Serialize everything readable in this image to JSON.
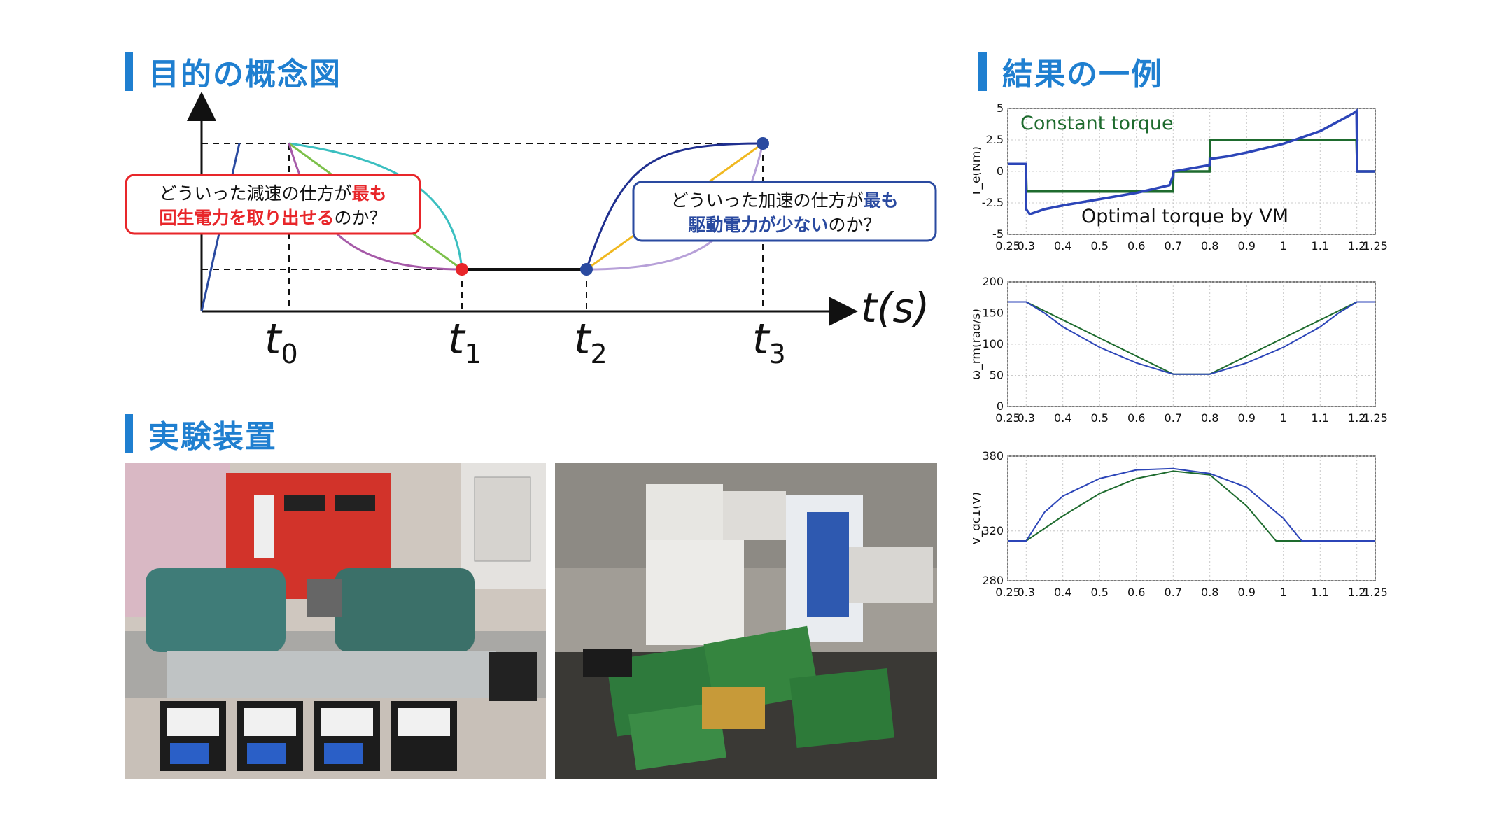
{
  "sections": {
    "concept": "目的の概念図",
    "setup": "実験装置",
    "result": "結果の一例"
  },
  "concept": {
    "axis_label": "t(s)",
    "ticks": [
      {
        "base": "t",
        "sub": "0"
      },
      {
        "base": "t",
        "sub": "1"
      },
      {
        "base": "t",
        "sub": "2"
      },
      {
        "base": "t",
        "sub": "3"
      }
    ],
    "decel_box": {
      "line1_a": "どういった減速の仕方が",
      "line1_b": "最も",
      "line2_a": "回生電力を取り出せる",
      "line2_b": "のか？"
    },
    "accel_box": {
      "line1_a": "どういった加速の仕方が",
      "line1_b": "最も",
      "line2_a": "駆動電力が少ない",
      "line2_b": "のか？"
    },
    "colors": {
      "red": "#e8262a",
      "blue": "#2a4aa0",
      "cyan": "#3bbfc0",
      "green": "#7cc04a",
      "purple": "#a65aa8",
      "orange": "#f0b820",
      "lavender": "#b7a0d8",
      "navy": "#1f2f8f"
    }
  },
  "chart_data": [
    {
      "type": "line",
      "ylabel": "T_e(Nm)",
      "ylim": [
        -5,
        5
      ],
      "xlim": [
        0.25,
        1.25
      ],
      "yticks": [
        "5",
        "2.5",
        "0",
        "-2.5",
        "-5"
      ],
      "xticks": [
        "0.25",
        "0.3",
        "0.4",
        "0.5",
        "0.6",
        "0.7",
        "0.8",
        "0.9",
        "1",
        "1.1",
        "1.2",
        "1.25"
      ],
      "annotations": [
        "Constant torque",
        "Optimal torque by VM"
      ],
      "series": [
        {
          "name": "Constant torque",
          "color": "#1e6b2e",
          "x": [
            0.25,
            0.299,
            0.301,
            0.699,
            0.701,
            0.799,
            0.801,
            1.199,
            1.201,
            1.25
          ],
          "y": [
            0.6,
            0.6,
            -1.6,
            -1.6,
            0,
            0,
            2.5,
            2.5,
            0,
            0
          ]
        },
        {
          "name": "Optimal torque by VM",
          "color": "#2c45b8",
          "x": [
            0.25,
            0.299,
            0.3,
            0.31,
            0.35,
            0.4,
            0.5,
            0.6,
            0.69,
            0.699,
            0.701,
            0.799,
            0.801,
            0.85,
            0.9,
            1.0,
            1.1,
            1.19,
            1.199,
            1.201,
            1.25
          ],
          "y": [
            0.6,
            0.6,
            -3.0,
            -3.4,
            -3.0,
            -2.7,
            -2.2,
            -1.7,
            -1.1,
            -0.4,
            0,
            0.5,
            1.0,
            1.2,
            1.5,
            2.2,
            3.2,
            4.6,
            4.8,
            0,
            0
          ]
        }
      ]
    },
    {
      "type": "line",
      "ylabel": "ω_rm(rad/s)",
      "ylim": [
        0,
        200
      ],
      "xlim": [
        0.25,
        1.25
      ],
      "yticks": [
        "200",
        "150",
        "100",
        "50",
        "0"
      ],
      "xticks": [
        "0.25",
        "0.3",
        "0.4",
        "0.5",
        "0.6",
        "0.7",
        "0.8",
        "0.9",
        "1",
        "1.1",
        "1.2",
        "1.25"
      ],
      "series": [
        {
          "name": "Constant torque",
          "color": "#1e6b2e",
          "x": [
            0.25,
            0.3,
            0.7,
            0.8,
            1.2,
            1.25
          ],
          "y": [
            168,
            168,
            52,
            52,
            168,
            168
          ]
        },
        {
          "name": "Optimal torque by VM",
          "color": "#2c45b8",
          "x": [
            0.25,
            0.3,
            0.35,
            0.4,
            0.5,
            0.6,
            0.7,
            0.8,
            0.9,
            1.0,
            1.1,
            1.15,
            1.2,
            1.25
          ],
          "y": [
            168,
            168,
            150,
            128,
            95,
            70,
            52,
            52,
            70,
            95,
            128,
            150,
            168,
            168
          ]
        }
      ]
    },
    {
      "type": "line",
      "ylabel": "V_dc1(V)",
      "ylim": [
        280,
        380
      ],
      "xlim": [
        0.25,
        1.25
      ],
      "yticks": [
        "380",
        "320",
        "280"
      ],
      "xticks": [
        "0.25",
        "0.3",
        "0.4",
        "0.5",
        "0.6",
        "0.7",
        "0.8",
        "0.9",
        "1",
        "1.1",
        "1.2",
        "1.25"
      ],
      "series": [
        {
          "name": "Constant torque",
          "color": "#1e6b2e",
          "x": [
            0.25,
            0.3,
            0.4,
            0.5,
            0.6,
            0.7,
            0.8,
            0.9,
            0.98,
            1.1,
            1.25
          ],
          "y": [
            312,
            312,
            332,
            350,
            362,
            368,
            365,
            340,
            312,
            312,
            312
          ]
        },
        {
          "name": "Optimal torque by VM",
          "color": "#2c45b8",
          "x": [
            0.25,
            0.3,
            0.35,
            0.4,
            0.5,
            0.6,
            0.7,
            0.8,
            0.9,
            1.0,
            1.05,
            1.1,
            1.25
          ],
          "y": [
            312,
            312,
            335,
            348,
            362,
            369,
            370,
            366,
            355,
            330,
            312,
            312,
            312
          ]
        }
      ]
    }
  ]
}
